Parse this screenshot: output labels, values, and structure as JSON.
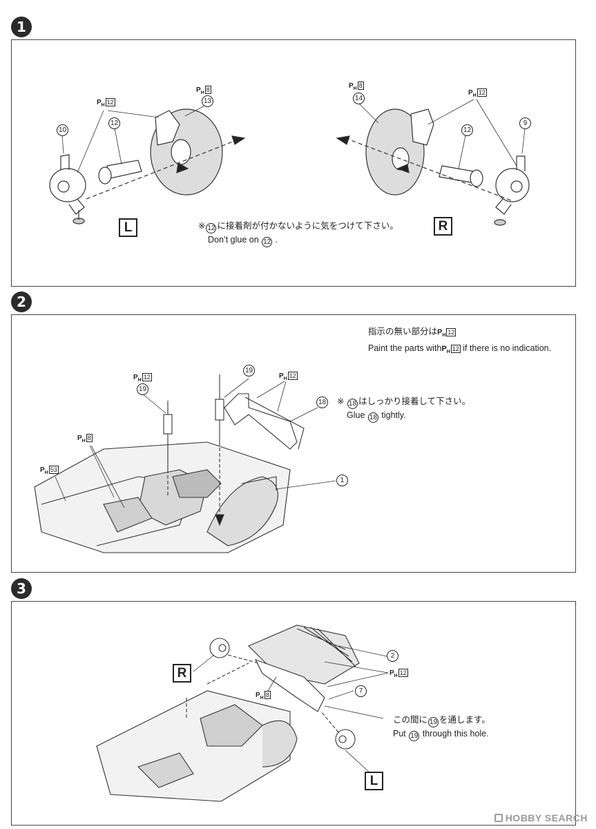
{
  "step1": {
    "number": "1",
    "note_jp": "に接着剤が付かないように気をつけて下さい。",
    "note_en_pre": "Don’t glue on",
    "note_part": "12",
    "note_mark": "※",
    "left_label": "L",
    "right_label": "R",
    "labels": {
      "ph": "P",
      "ph_sub": "H",
      "ph8": "8",
      "ph12": "12",
      "p10": "10",
      "p12": "12",
      "p13": "13",
      "p14": "14",
      "p9": "9"
    }
  },
  "step2": {
    "number": "2",
    "note_jp": "指示の無い部分は",
    "note_en_pre": "Paint the parts with",
    "note_en_post": "if there is no indication.",
    "note_ph_num": "12",
    "glue_jp": "はしっかり接着して下さい。",
    "glue_en_pre": "Glue",
    "glue_en_post": "tightly.",
    "glue_part": "18",
    "glue_mark": "※",
    "labels": {
      "ph12": "12",
      "ph8": "8",
      "ph53": "53",
      "p19": "19",
      "p18": "18",
      "p1": "1"
    }
  },
  "step3": {
    "number": "3",
    "note_jp_pre": "この間に",
    "note_jp_post": "を通します。",
    "note_en_pre": "Put",
    "note_en_post": "through this hole.",
    "note_part": "19",
    "left_label": "L",
    "right_label": "R",
    "labels": {
      "p2": "2",
      "p7": "7",
      "ph12": "12",
      "ph8": "8"
    }
  },
  "watermark": "HOBBY SEARCH"
}
